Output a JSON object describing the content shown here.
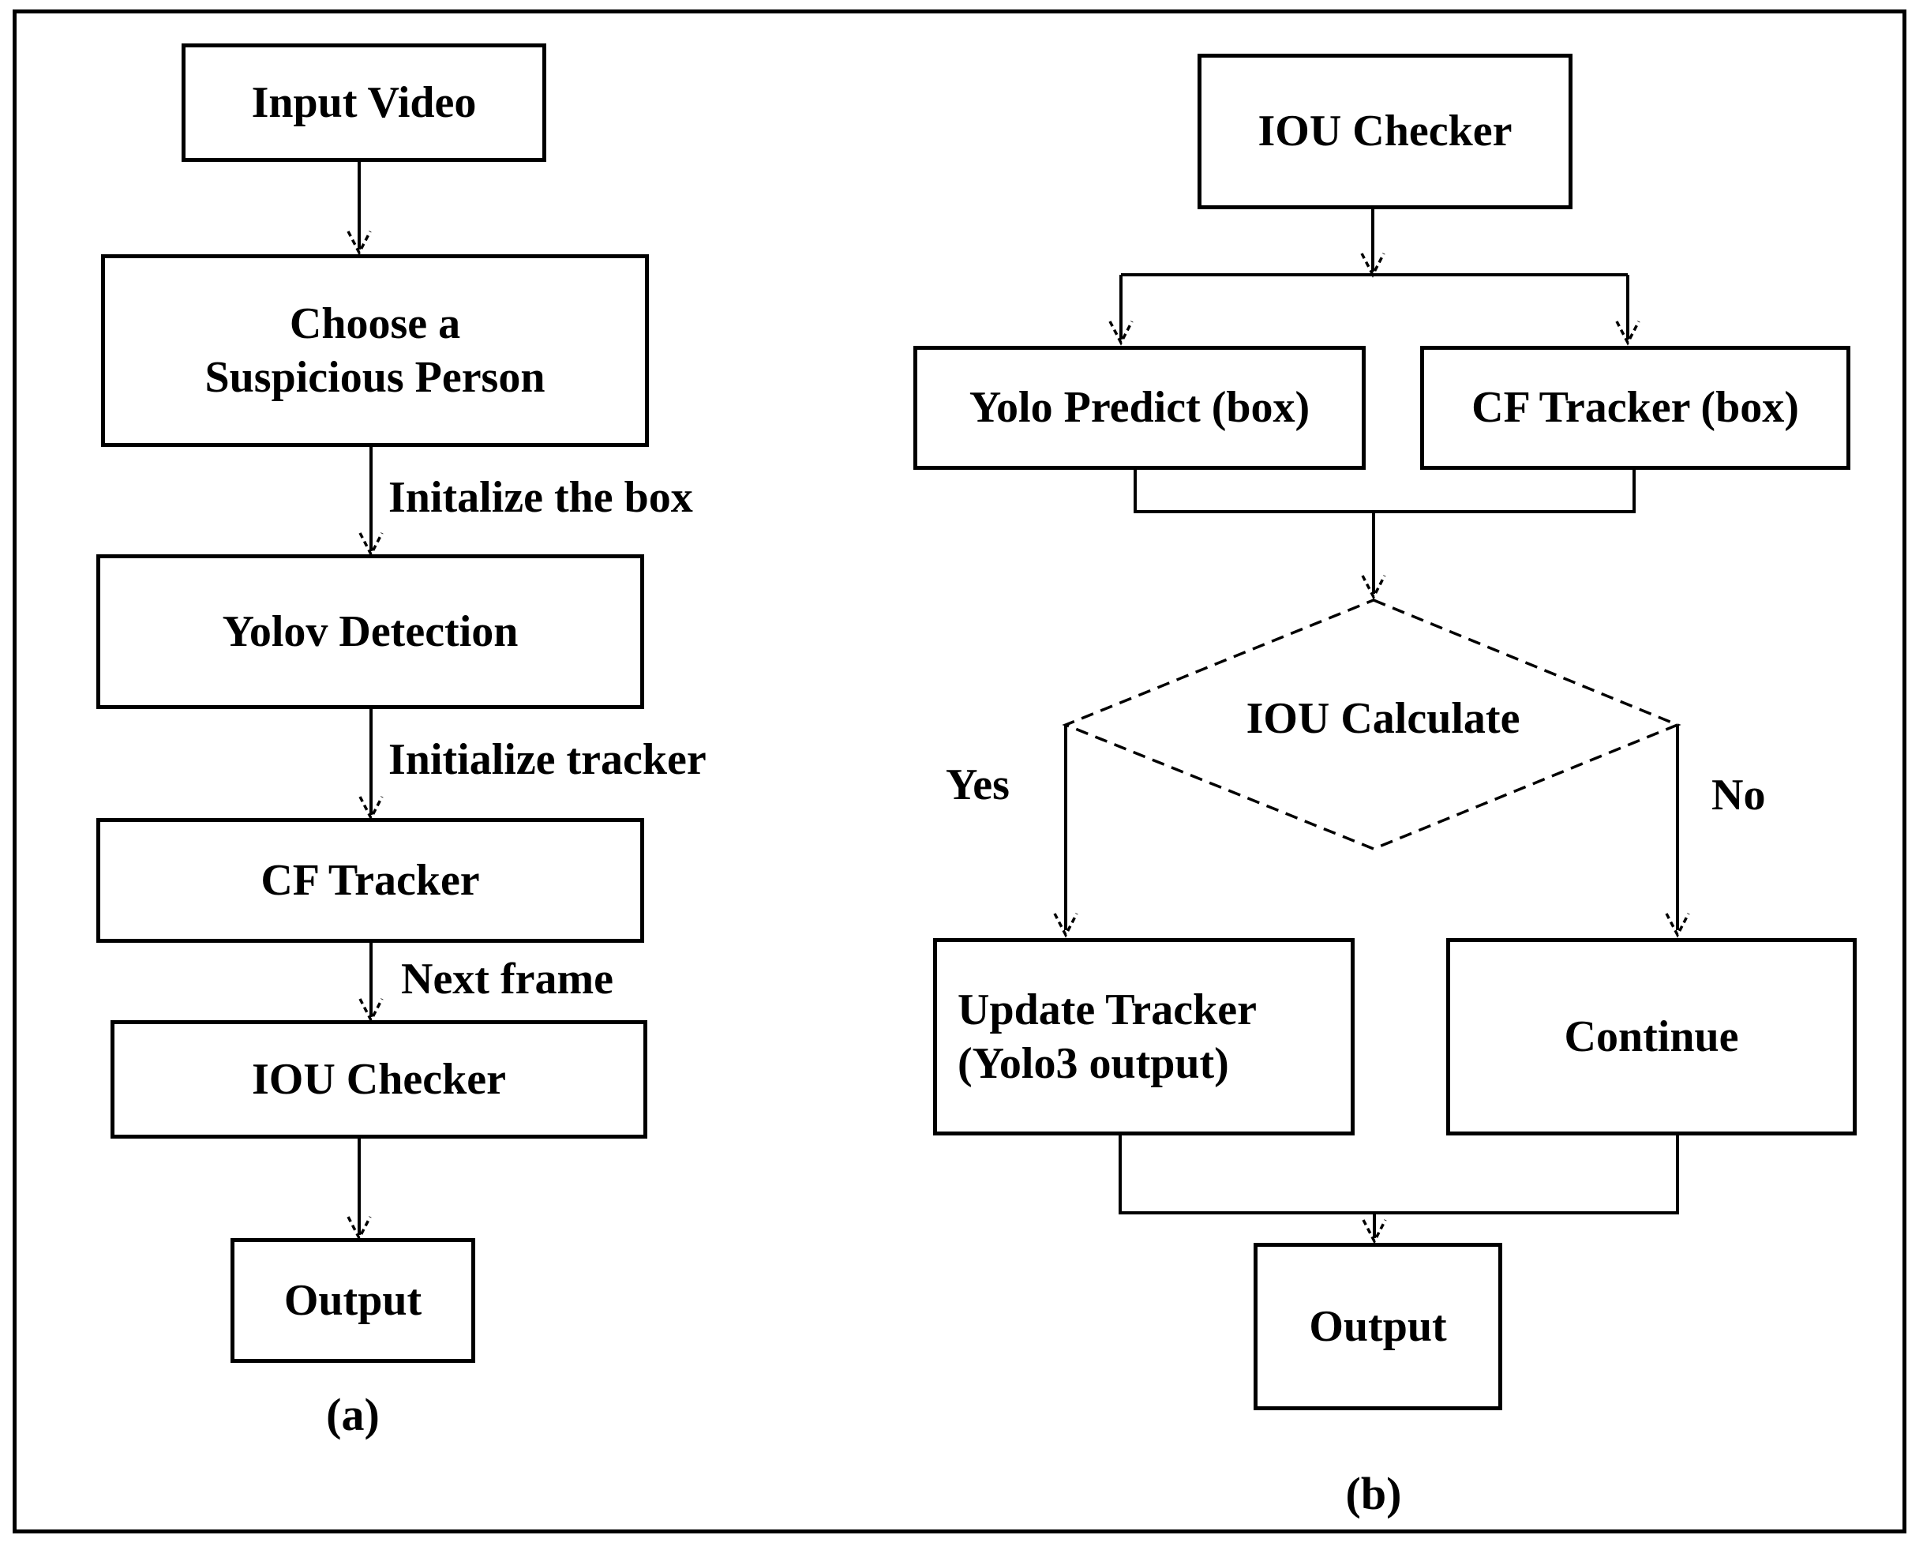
{
  "figure": {
    "colors": {
      "ink": "#000000",
      "background": "#ffffff"
    },
    "panel_a": {
      "caption": "(a)",
      "nodes": {
        "input_video": "Input Video",
        "choose_line1": "Choose a",
        "choose_line2": "Suspicious Person",
        "yolov_detection": "Yolov Detection",
        "cf_tracker": "CF Tracker",
        "iou_checker": "IOU Checker",
        "output": "Output"
      },
      "edge_labels": {
        "initialize_box": "Initalize the box",
        "initialize_tracker": "Initialize tracker",
        "next_frame": "Next frame"
      }
    },
    "panel_b": {
      "caption": "(b)",
      "nodes": {
        "iou_checker": "IOU Checker",
        "yolo_predict": "Yolo Predict (box)",
        "cf_tracker": "CF Tracker (box)",
        "iou_calculate": "IOU Calculate",
        "update_tracker_line1": "Update Tracker",
        "update_tracker_line2": "(Yolo3 output)",
        "continue": "Continue",
        "output": "Output"
      },
      "edge_labels": {
        "yes": "Yes",
        "no": "No"
      }
    }
  }
}
